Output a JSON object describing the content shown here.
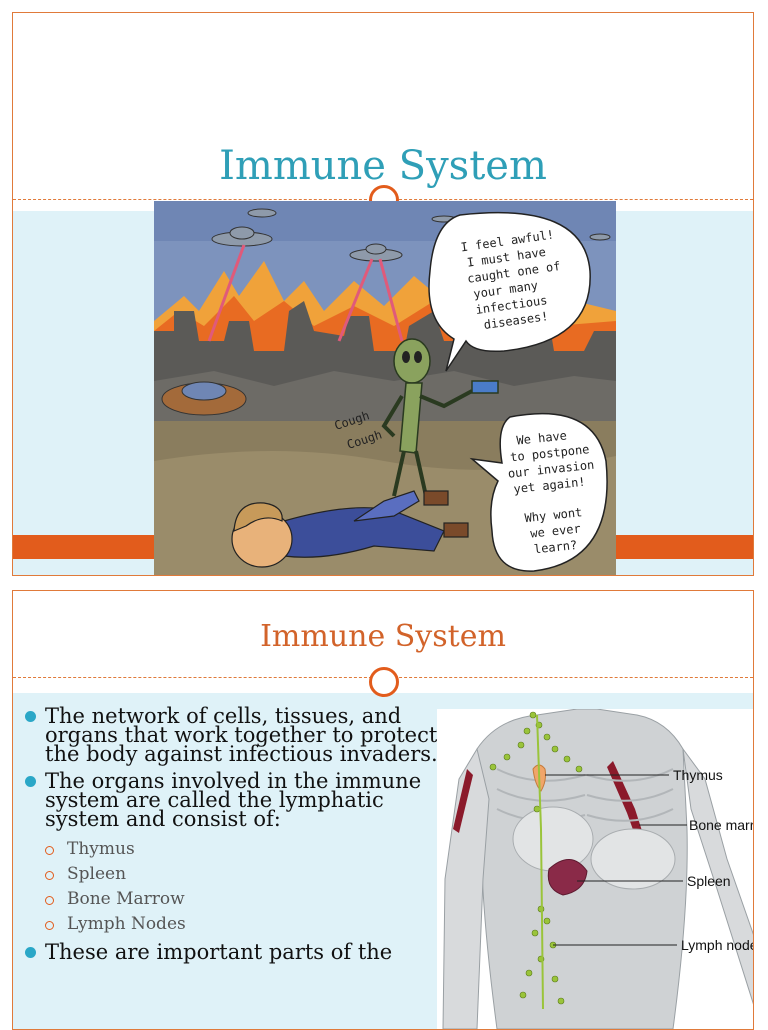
{
  "slide1": {
    "title": "Immune System",
    "comic": {
      "speech_bubble_1": [
        "I feel awful!",
        "I must have",
        "caught one of",
        "your many",
        "infectious",
        "diseases!"
      ],
      "speech_bubble_2": [
        "We have",
        "to postpone",
        "our invasion",
        "yet again!",
        "Why wont",
        "we ever",
        "learn?"
      ],
      "cough_text": [
        "Cough",
        "Cough"
      ]
    }
  },
  "slide2": {
    "title": "Immune System",
    "bullets": [
      "The network of cells, tissues, and organs that work together to protect the body against infectious invaders.",
      "The organs involved in the immune system are called the lymphatic system and consist of:",
      "These are important parts of the"
    ],
    "sub_items": [
      "Thymus",
      "Spleen",
      "Bone Marrow",
      "Lymph Nodes"
    ],
    "diagram_labels": {
      "thymus": "Thymus",
      "bone_marrow": "Bone marrow",
      "spleen": "Spleen",
      "lymph_nodes": "Lymph nodes"
    }
  },
  "colors": {
    "accent_orange": "#e25c1c",
    "title_teal": "#2f9fb7",
    "title_orange": "#d2632a",
    "panel_blue": "#dff2f8",
    "bullet_teal": "#2aa7c7"
  }
}
